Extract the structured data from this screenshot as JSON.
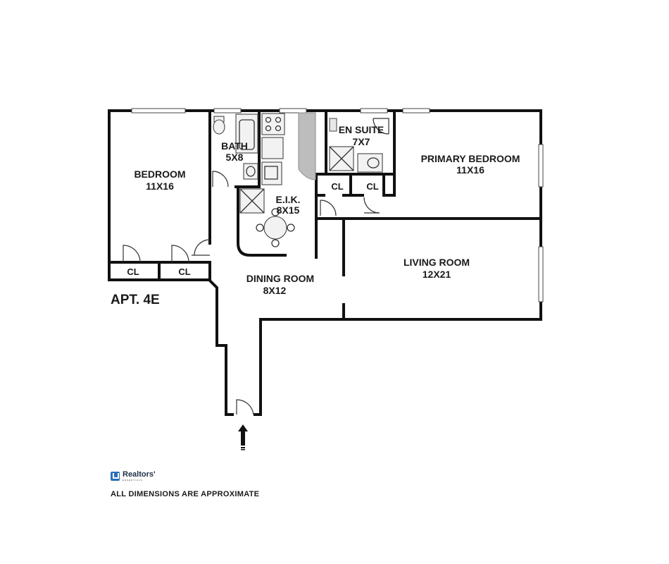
{
  "plan": {
    "apartment_label": "APT. 4E",
    "rooms": {
      "bedroom": {
        "name": "BEDROOM",
        "size": "11X16"
      },
      "bath": {
        "name": "BATH",
        "size": "5X8"
      },
      "eik": {
        "name": "E.I.K.",
        "size": "8X15"
      },
      "en_suite": {
        "name": "EN SUITE",
        "size": "7X7"
      },
      "primary_bedroom": {
        "name": "PRIMARY BEDROOM",
        "size": "11X16"
      },
      "living_room": {
        "name": "LIVING ROOM",
        "size": "12X21"
      },
      "dining_room": {
        "name": "DINING ROOM",
        "size": "8X12"
      }
    },
    "closets": [
      "CL",
      "CL",
      "CL",
      "CL"
    ]
  },
  "footer": {
    "brand_name": "Realtors'",
    "brand_tagline": "ESSENTIALS",
    "disclaimer": "ALL DIMENSIONS ARE APPROXIMATE"
  },
  "colors": {
    "wall": "#111111",
    "brand": "#2a6fb8"
  },
  "icons": [
    "entry-arrow-icon",
    "realtors-logo-icon"
  ]
}
